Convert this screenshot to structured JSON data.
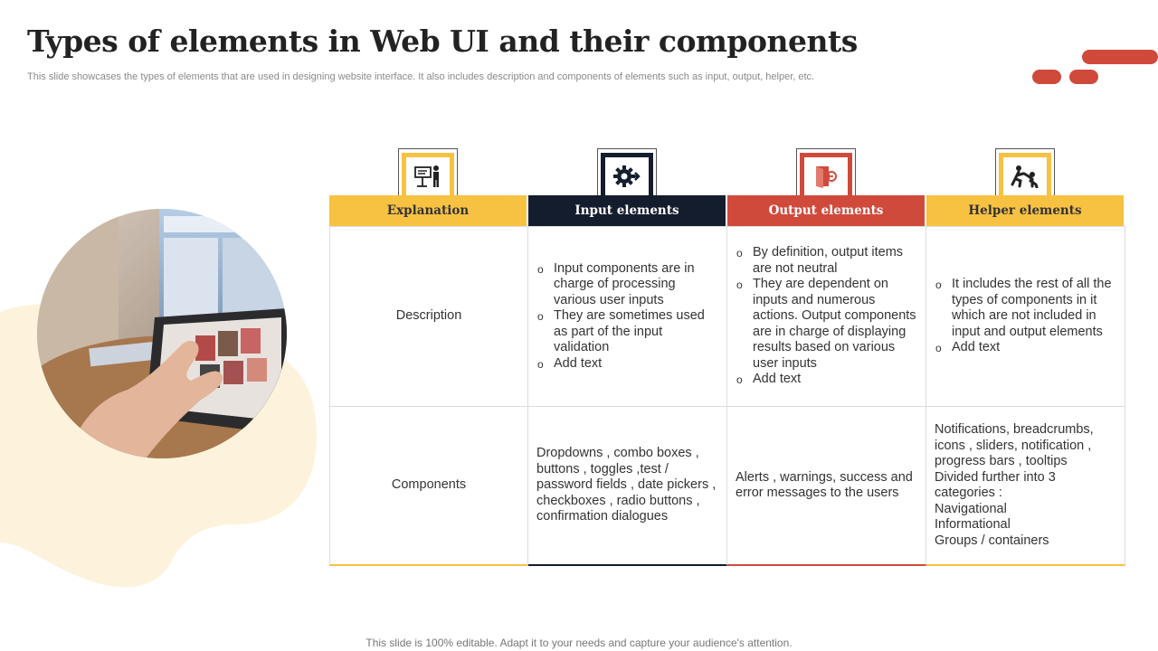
{
  "slide": {
    "title": "Types of elements in Web UI and their components",
    "subtitle": "This slide showcases the types of elements that are used in designing website interface. It also includes description and components of elements such as input, output, helper, etc.",
    "footer": "This slide is 100% editable. Adapt it to your needs and capture your audience's attention."
  },
  "colors": {
    "yellow": "#f7c242",
    "navy": "#141d2e",
    "red": "#d04a3c",
    "blob": "#fdf3dc"
  },
  "table": {
    "headers": [
      {
        "label": "Explanation",
        "icon": "presenter-board-icon"
      },
      {
        "label": "Input elements",
        "icon": "gear-input-icon"
      },
      {
        "label": "Output elements",
        "icon": "exit-door-icon"
      },
      {
        "label": "Helper elements",
        "icon": "helping-hand-icon"
      }
    ],
    "rows": [
      {
        "label": "Description",
        "input": [
          "Input components are in charge of processing various user inputs",
          "They are sometimes used as part of the input validation",
          "Add text"
        ],
        "output": [
          "By definition,  output items are not neutral",
          "They are dependent on inputs and numerous actions. Output components are in charge of displaying results based on various user inputs",
          "Add text"
        ],
        "helper": [
          "It includes the rest of all the types of components in it which are not included in input and output elements",
          "Add text"
        ]
      },
      {
        "label": "Components",
        "input": "Dropdowns , combo boxes , buttons , toggles ,test / password fields , date pickers , checkboxes , radio buttons , confirmation dialogues",
        "output": "Alerts , warnings, success and error messages to the users",
        "helper": "Notifications, breadcrumbs, icons , sliders, notification , progress bars , tooltips\nDivided further into 3 categories :\nNavigational\nInformational\nGroups / containers"
      }
    ]
  }
}
